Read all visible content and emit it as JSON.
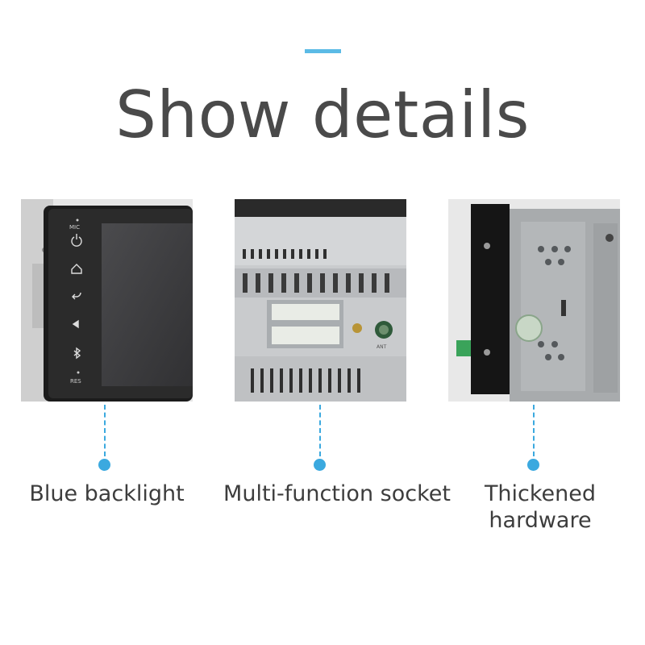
{
  "title": "Show details",
  "accent_color": "#5bbbe6",
  "connector_color": "#3ba9df",
  "features": [
    {
      "label": "Blue backlight",
      "screen_labels": {
        "mic": "MIC",
        "rst": "RES"
      },
      "icons": [
        "power-icon",
        "home-icon",
        "back-icon",
        "volume-icon",
        "bluetooth-icon"
      ]
    },
    {
      "label": "Multi-function socket",
      "port_label": "ANT"
    },
    {
      "label_line1": "Thickened",
      "label_line2": "hardware"
    }
  ]
}
